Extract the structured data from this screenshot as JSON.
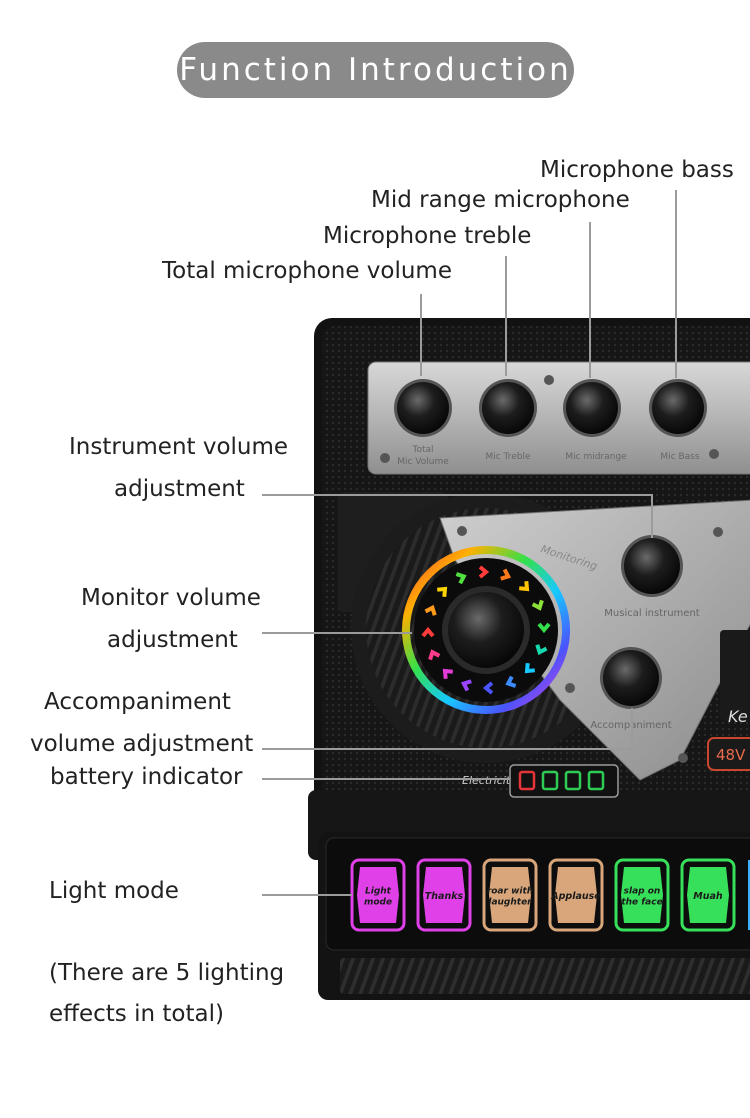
{
  "header": {
    "title": "Function Introduction"
  },
  "labels": {
    "mic_bass": "Microphone bass",
    "mid_range": "Mid range microphone",
    "mic_treble": "Microphone treble",
    "total_volume": "Total microphone volume",
    "instrument_1": "Instrument volume",
    "instrument_2": "adjustment",
    "monitor_1": "Monitor volume",
    "monitor_2": "adjustment",
    "accomp_1": "Accompaniment",
    "accomp_2": "volume adjustment",
    "battery": "battery indicator",
    "light_mode": "Light mode",
    "note_1": "(There are 5 lighting",
    "note_2": "effects in total)"
  },
  "panel": {
    "knob_labels": [
      "Total\nMic Volume",
      "Mic Treble",
      "Mic midrange",
      "Mic Bass"
    ],
    "monitoring": "Monitoring",
    "musical_instrument": "Musical instrument",
    "accompaniment": "Accompaniment",
    "electricity": "Electricity",
    "phantom": "48V",
    "brand_partial": "Ke"
  },
  "buttons": [
    {
      "label": "Light mode",
      "color": "#e040e8"
    },
    {
      "label": "Thanks",
      "color": "#e040e8"
    },
    {
      "label": "roar with laughter",
      "color": "#d8a67a"
    },
    {
      "label": "Applause",
      "color": "#d8a67a"
    },
    {
      "label": "slap on the face",
      "color": "#37e05a"
    },
    {
      "label": "Muah",
      "color": "#37e05a"
    }
  ],
  "battery": {
    "bars": [
      "#e5343a",
      "#2ecc55",
      "#2ecc55",
      "#2ecc55"
    ]
  }
}
